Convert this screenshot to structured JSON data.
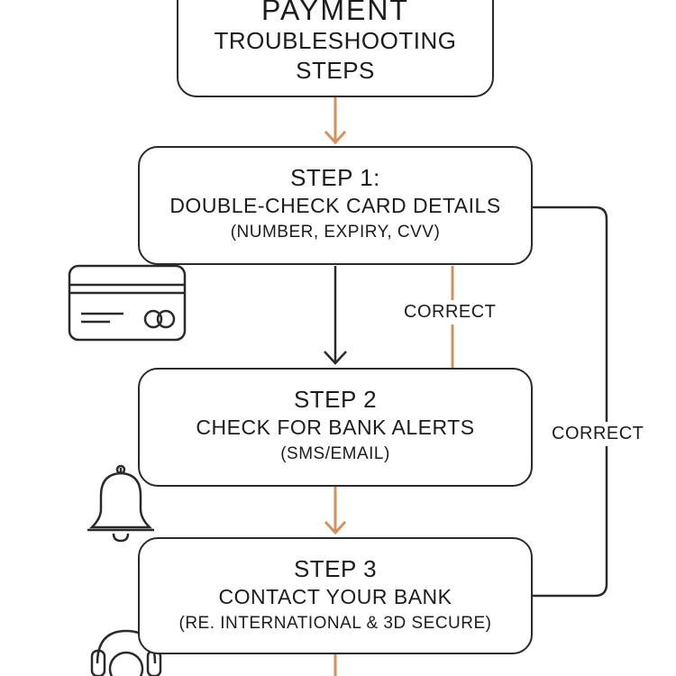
{
  "title": {
    "line1": "PAYMENT",
    "line2": "TROUBLESHOOTING",
    "line3": "STEPS"
  },
  "steps": [
    {
      "heading": "STEP 1:",
      "main": "DOUBLE-CHECK CARD DETAILS",
      "sub": "(NUMBER, EXPIRY, CVV)",
      "icon": "credit-card-icon"
    },
    {
      "heading": "STEP 2",
      "main": "CHECK FOR BANK ALERTS",
      "sub": "(SMS/EMAIL)",
      "icon": "bell-icon"
    },
    {
      "heading": "STEP 3",
      "main": "CONTACT YOUR BANK",
      "sub": "(RE. INTERNATIONAL & 3D SECURE)",
      "icon": "headset-icon"
    }
  ],
  "edges": [
    {
      "from": "title",
      "to": "step-1",
      "label": ""
    },
    {
      "from": "step-1",
      "to": "step-2",
      "label": ""
    },
    {
      "from": "step-1",
      "to": "step-2",
      "label": "CORRECT"
    },
    {
      "from": "step-1",
      "to": "step-3",
      "label": "CORRECT"
    },
    {
      "from": "step-2",
      "to": "step-3",
      "label": ""
    },
    {
      "from": "step-3",
      "to": "next",
      "label": ""
    }
  ],
  "colors": {
    "accent": "#d4915e",
    "line": "#2a2a2a",
    "text": "#1c1c1c"
  }
}
